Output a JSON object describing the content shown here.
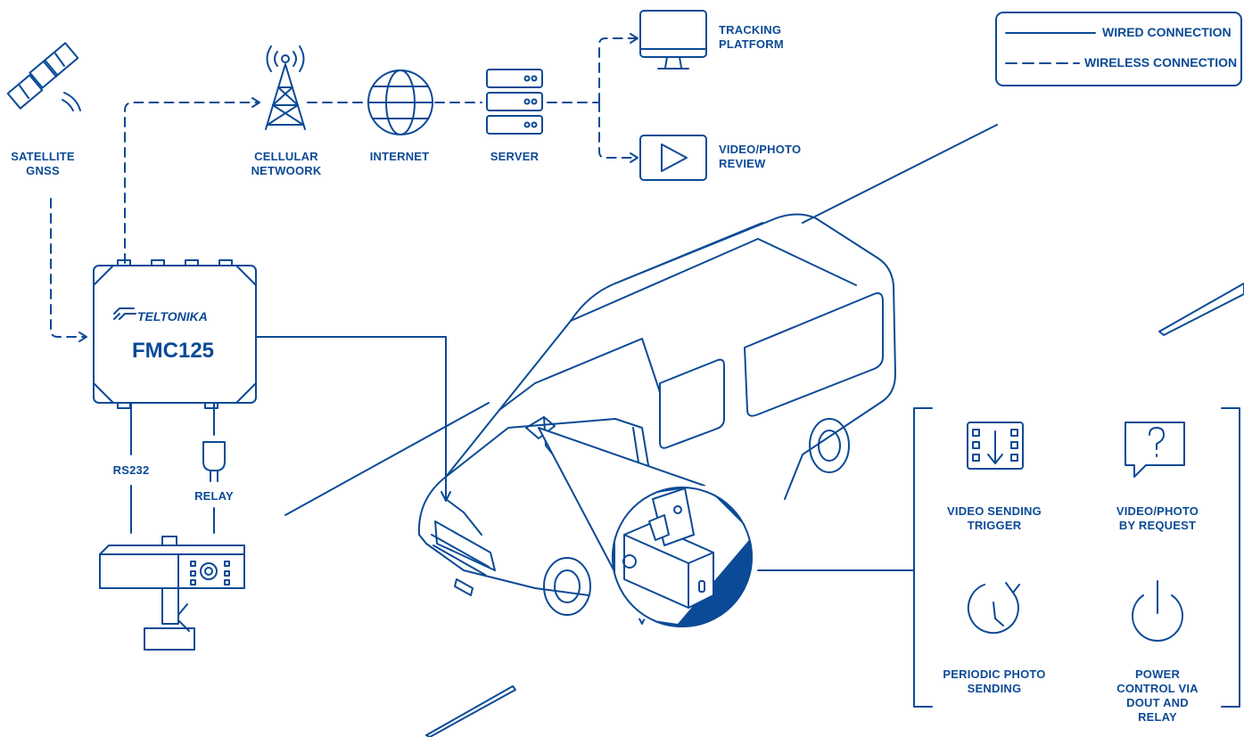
{
  "legend": {
    "wired": "WIRED CONNECTION",
    "wireless": "WIRELESS CONNECTION"
  },
  "nodes": {
    "satellite": [
      "SATELLITE",
      "GNSS"
    ],
    "cellular": [
      "CELLULAR",
      "NETWOORK"
    ],
    "internet": "INTERNET",
    "server": "SERVER",
    "tracking": [
      "TRACKING",
      "PLATFORM"
    ],
    "video_review": [
      "VIDEO/PHOTO",
      "REVIEW"
    ]
  },
  "device": {
    "brand": "TELTONIKA",
    "model": "FMC125"
  },
  "connections": {
    "rs232": "RS232",
    "relay": "RELAY"
  },
  "features": [
    {
      "icon": "video-sending-trigger-icon",
      "label": [
        "VIDEO SENDING",
        "TRIGGER"
      ]
    },
    {
      "icon": "video-photo-request-icon",
      "label": [
        "VIDEO/PHOTO",
        "BY REQUEST"
      ]
    },
    {
      "icon": "periodic-photo-icon",
      "label": [
        "PERIODIC PHOTO",
        "SENDING"
      ]
    },
    {
      "icon": "power-icon",
      "label": [
        "POWER CONTROL VIA",
        "DOUT AND RELAY"
      ]
    }
  ],
  "colors": {
    "primary": "#0b4a96",
    "background": "#ffffff"
  }
}
